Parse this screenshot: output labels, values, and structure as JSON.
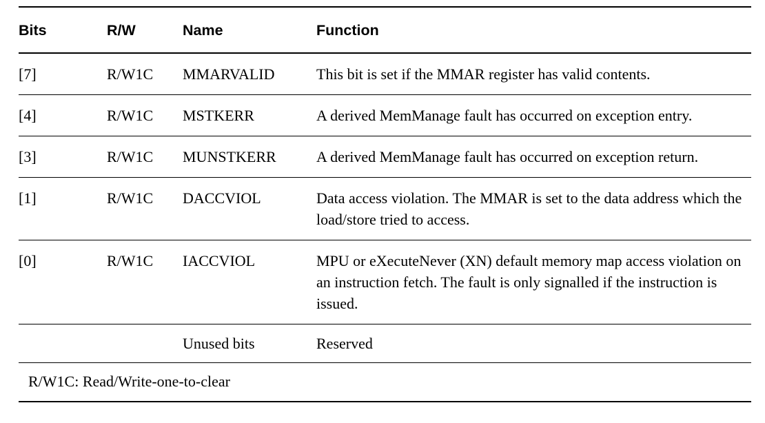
{
  "table": {
    "columns": [
      {
        "key": "bits",
        "label": "Bits"
      },
      {
        "key": "rw",
        "label": "R/W"
      },
      {
        "key": "name",
        "label": "Name"
      },
      {
        "key": "function",
        "label": "Function"
      }
    ],
    "rows": [
      {
        "bits": "[7]",
        "rw": "R/W1C",
        "name": "MMARVALID",
        "function": "This bit is set if the MMAR register has valid contents."
      },
      {
        "bits": "[4]",
        "rw": "R/W1C",
        "name": "MSTKERR",
        "function": "A derived MemManage fault has occurred on exception entry."
      },
      {
        "bits": "[3]",
        "rw": "R/W1C",
        "name": "MUNSTKERR",
        "function": "A derived MemManage fault has occurred on exception return."
      },
      {
        "bits": "[1]",
        "rw": "R/W1C",
        "name": "DACCVIOL",
        "function": "Data access violation. The MMAR is set to the data address which the load/store tried to access."
      },
      {
        "bits": "[0]",
        "rw": "R/W1C",
        "name": "IACCVIOL",
        "function": "MPU or eXecuteNever (XN) default memory map access violation on an instruction fetch. The fault is only signalled if the instruction is issued."
      },
      {
        "bits": "",
        "rw": "",
        "name": "Unused bits",
        "function": "Reserved"
      }
    ],
    "note": "R/W1C: Read/Write-one-to-clear",
    "colors": {
      "text": "#000000",
      "rule": "#000000",
      "background": "#ffffff"
    }
  }
}
